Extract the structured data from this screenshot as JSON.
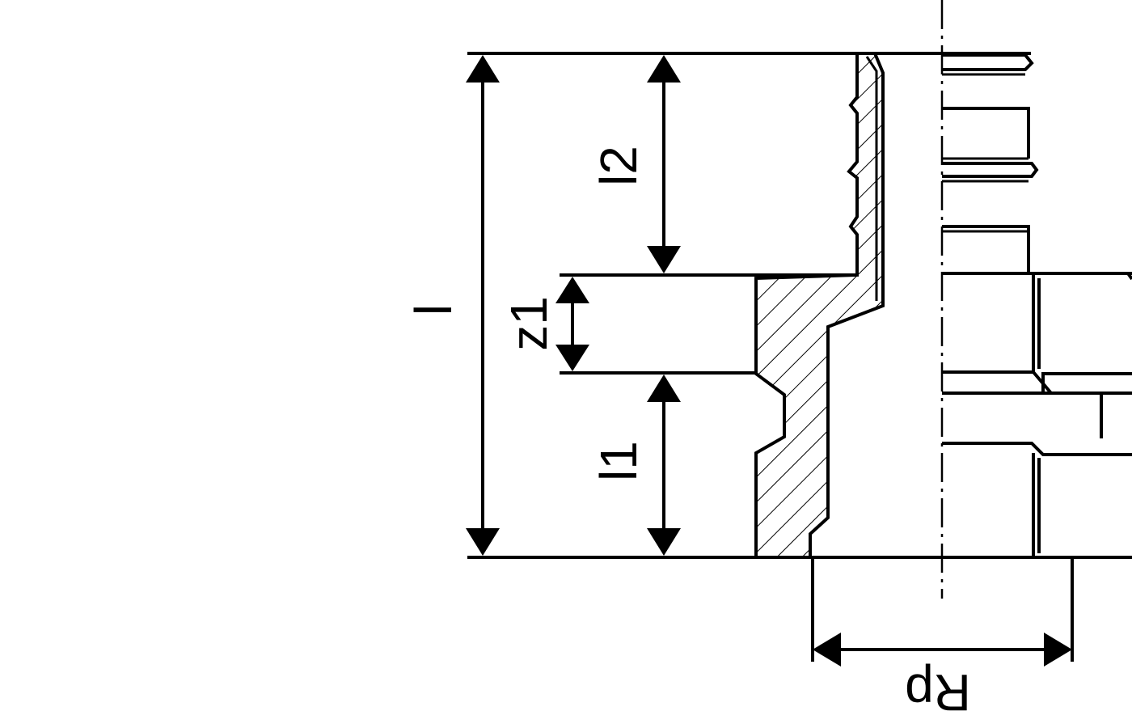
{
  "dimensions": {
    "overall_length": "l",
    "length_l2": "l2",
    "z1": "z1",
    "length_l1": "l1",
    "thread": "Rp"
  }
}
